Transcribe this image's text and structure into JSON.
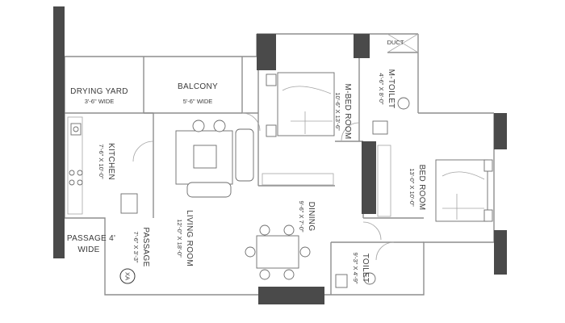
{
  "rooms": {
    "drying_yard": {
      "name": "DRYING YARD",
      "dims": "3'-6\" WIDE"
    },
    "balcony": {
      "name": "BALCONY",
      "dims": "5'-6\" WIDE"
    },
    "m_bed_room": {
      "name": "M-BED ROOM",
      "dims": "10'-6\" X 13'-6\""
    },
    "m_toilet": {
      "name": "M-TOILET",
      "dims": "4'-6\" X 8'-0\""
    },
    "duct": {
      "name": "DUCT"
    },
    "kitchen": {
      "name": "KITCHEN",
      "dims": "7'-6\" X 10'-0\""
    },
    "bed_room": {
      "name": "BED ROOM",
      "dims": "13'-0\" X 10'-0\""
    },
    "dining": {
      "name": "DINING",
      "dims": "9'-6\" X 7'-0\""
    },
    "living_room": {
      "name": "LIVING ROOM",
      "dims": "12'-0\" X 18'-0\""
    },
    "passage_vertical": {
      "name": "PASSAGE",
      "dims": "7'-6\" X 3'-3\""
    },
    "passage_wide": {
      "line1": "PASSAGE 4'",
      "line2": "WIDE"
    },
    "toilet": {
      "name": "TOILET",
      "dims": "9'-3\" X 4'-9\""
    }
  },
  "unit_tag": "XA"
}
